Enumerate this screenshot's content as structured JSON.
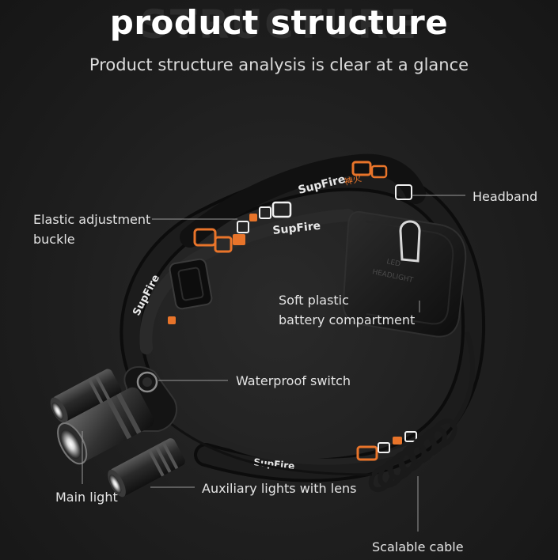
{
  "header": {
    "ghost_title": "STRUCTURE",
    "title": "product structure",
    "subtitle": "Product structure analysis is clear at a glance"
  },
  "product": {
    "brand": "SupFire",
    "brand_cn": "神火",
    "battery_label_1": "LED",
    "battery_label_2": "HEADLIGHT"
  },
  "callouts": {
    "headband": "Headband",
    "elastic_buckle": "Elastic adjustment\nbuckle",
    "battery": "Soft plastic\nbattery compartment",
    "switch": "Waterproof switch",
    "main_light": "Main light",
    "aux_lights": "Auxiliary lights with lens",
    "cable": "Scalable cable"
  },
  "colors": {
    "background": "#1e1e1e",
    "accent_orange": "#e8742a",
    "band_white": "#f1f1f1",
    "leader_line": "#9a9a9a"
  }
}
